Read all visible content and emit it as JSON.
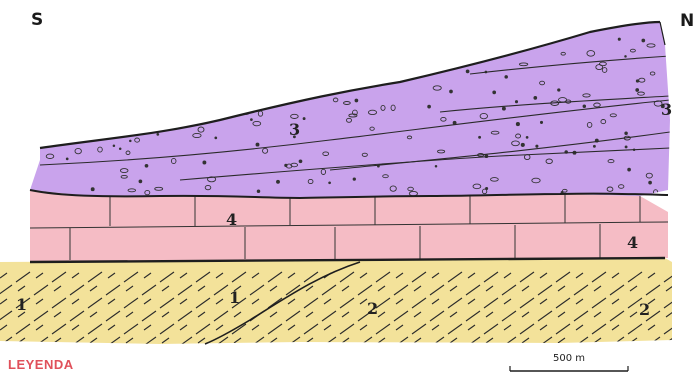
{
  "orientation": {
    "left": "S",
    "right": "N"
  },
  "units": [
    {
      "number": "1",
      "color": "#f3e29a"
    },
    {
      "number": "2",
      "color": "#f3e29a"
    },
    {
      "number": "3",
      "color": "#c9a3ec"
    },
    {
      "number": "4",
      "color": "#f5bcc5"
    }
  ],
  "unit_labels": [
    "1",
    "1",
    "2",
    "2",
    "3",
    "3",
    "4",
    "4"
  ],
  "legend_title": "LEYENDA",
  "scale_bar": {
    "label": "500 m"
  },
  "colors": {
    "legend_text": "#e0505a",
    "line": "#1e1e1e"
  }
}
